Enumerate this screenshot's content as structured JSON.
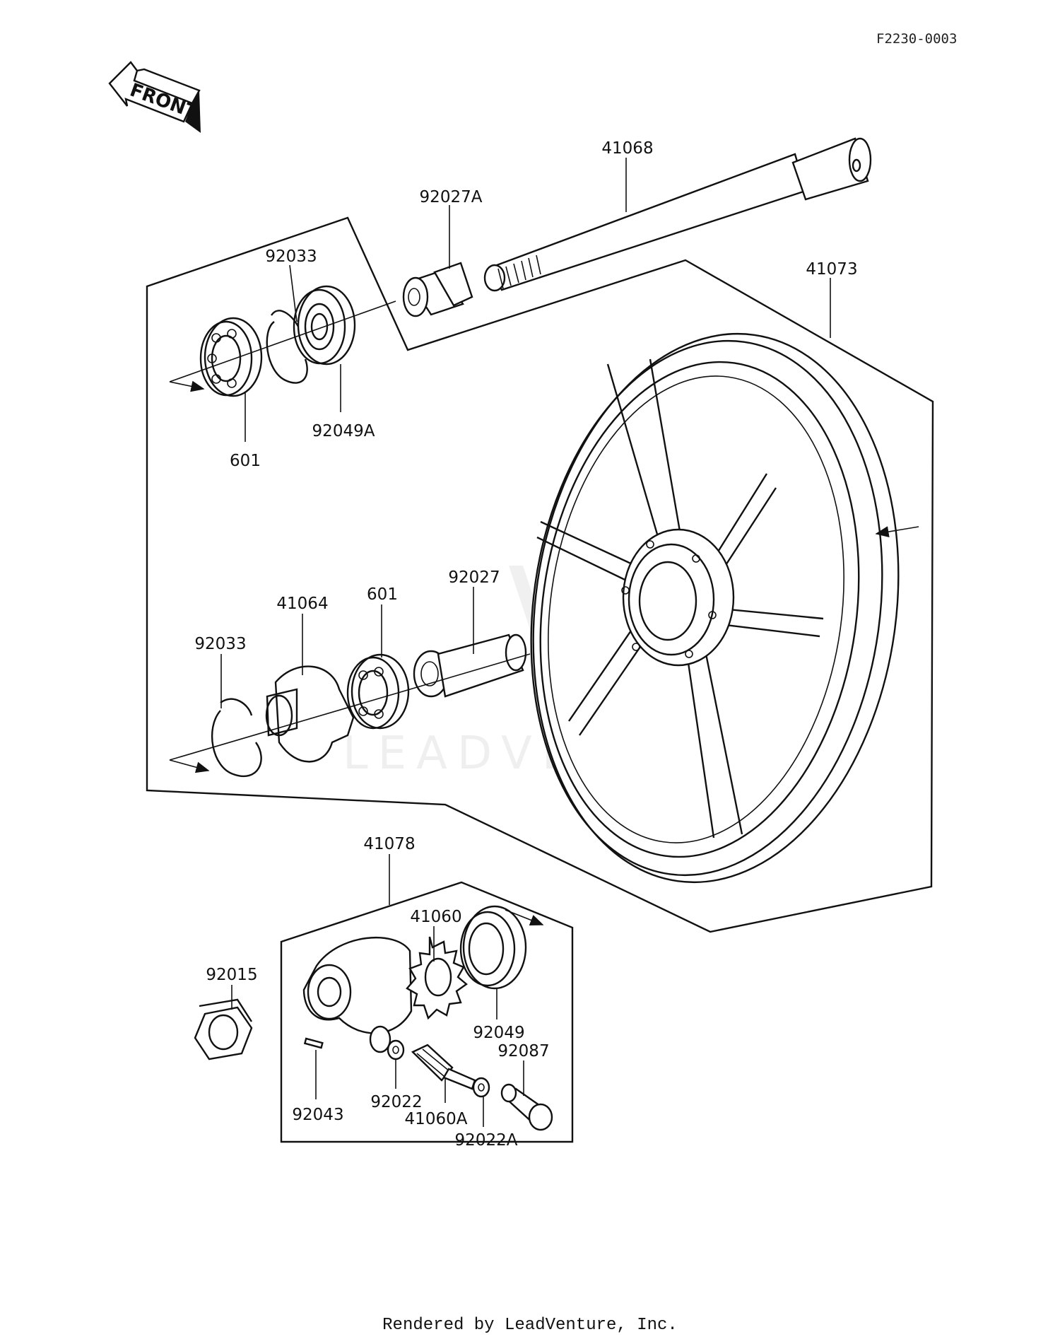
{
  "reference_code": "F2230-0003",
  "front_label": "FRONT",
  "watermark": "LEADVENTURE",
  "footer": "Rendered by LeadVenture, Inc.",
  "parts": [
    {
      "id": "p41068",
      "number": "41068"
    },
    {
      "id": "p92027A",
      "number": "92027A"
    },
    {
      "id": "p92033a",
      "number": "92033"
    },
    {
      "id": "p41073",
      "number": "41073"
    },
    {
      "id": "p92049A",
      "number": "92049A"
    },
    {
      "id": "p601a",
      "number": "601"
    },
    {
      "id": "p41064",
      "number": "41064"
    },
    {
      "id": "p601b",
      "number": "601"
    },
    {
      "id": "p92027",
      "number": "92027"
    },
    {
      "id": "p92033b",
      "number": "92033"
    },
    {
      "id": "p41078",
      "number": "41078"
    },
    {
      "id": "p41060",
      "number": "41060"
    },
    {
      "id": "p92015",
      "number": "92015"
    },
    {
      "id": "p92049",
      "number": "92049"
    },
    {
      "id": "p92087",
      "number": "92087"
    },
    {
      "id": "p92043",
      "number": "92043"
    },
    {
      "id": "p92022",
      "number": "92022"
    },
    {
      "id": "p41060A",
      "number": "41060A"
    },
    {
      "id": "p92022A",
      "number": "92022A"
    }
  ]
}
